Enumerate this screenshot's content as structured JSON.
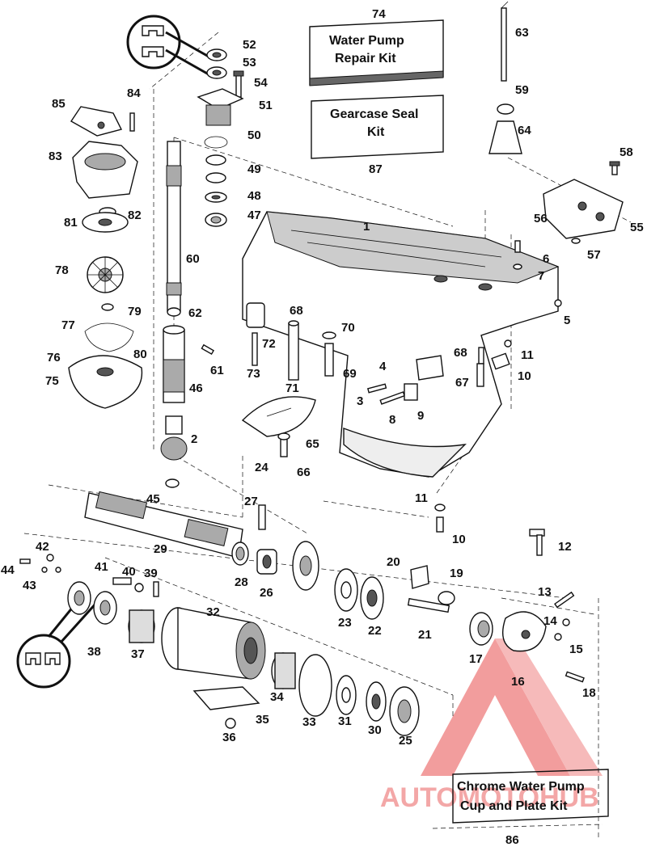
{
  "kits": {
    "water_pump": {
      "number": "74",
      "title_line1": "Water Pump",
      "title_line2": "Repair Kit"
    },
    "gearcase_seal": {
      "number": "87",
      "title_line1": "Gearcase Seal",
      "title_line2": "Kit"
    },
    "chrome_cup": {
      "number": "86",
      "title_line1": "Chrome Water Pump",
      "title_line2": "Cup and Plate Kit"
    }
  },
  "watermark": {
    "text": "AUTOMOTOHUB",
    "color": "#f08a8a"
  },
  "labels": [
    "52",
    "53",
    "54",
    "51",
    "50",
    "49",
    "48",
    "47",
    "84",
    "85",
    "83",
    "82",
    "81",
    "78",
    "79",
    "77",
    "76",
    "75",
    "80",
    "60",
    "62",
    "61",
    "46",
    "2",
    "45",
    "29",
    "63",
    "59",
    "64",
    "58",
    "56",
    "55",
    "57",
    "1",
    "6",
    "7",
    "5",
    "68",
    "72",
    "73",
    "71",
    "70",
    "69",
    "68",
    "67",
    "11",
    "10",
    "4",
    "3",
    "8",
    "9",
    "65",
    "66",
    "24",
    "27",
    "28",
    "26",
    "11",
    "10",
    "12",
    "13",
    "14",
    "15",
    "16",
    "17",
    "18",
    "20",
    "19",
    "21",
    "23",
    "22",
    "42",
    "44",
    "43",
    "41",
    "40",
    "39",
    "38",
    "37",
    "32",
    "34",
    "35",
    "36",
    "33",
    "31",
    "30",
    "25"
  ]
}
